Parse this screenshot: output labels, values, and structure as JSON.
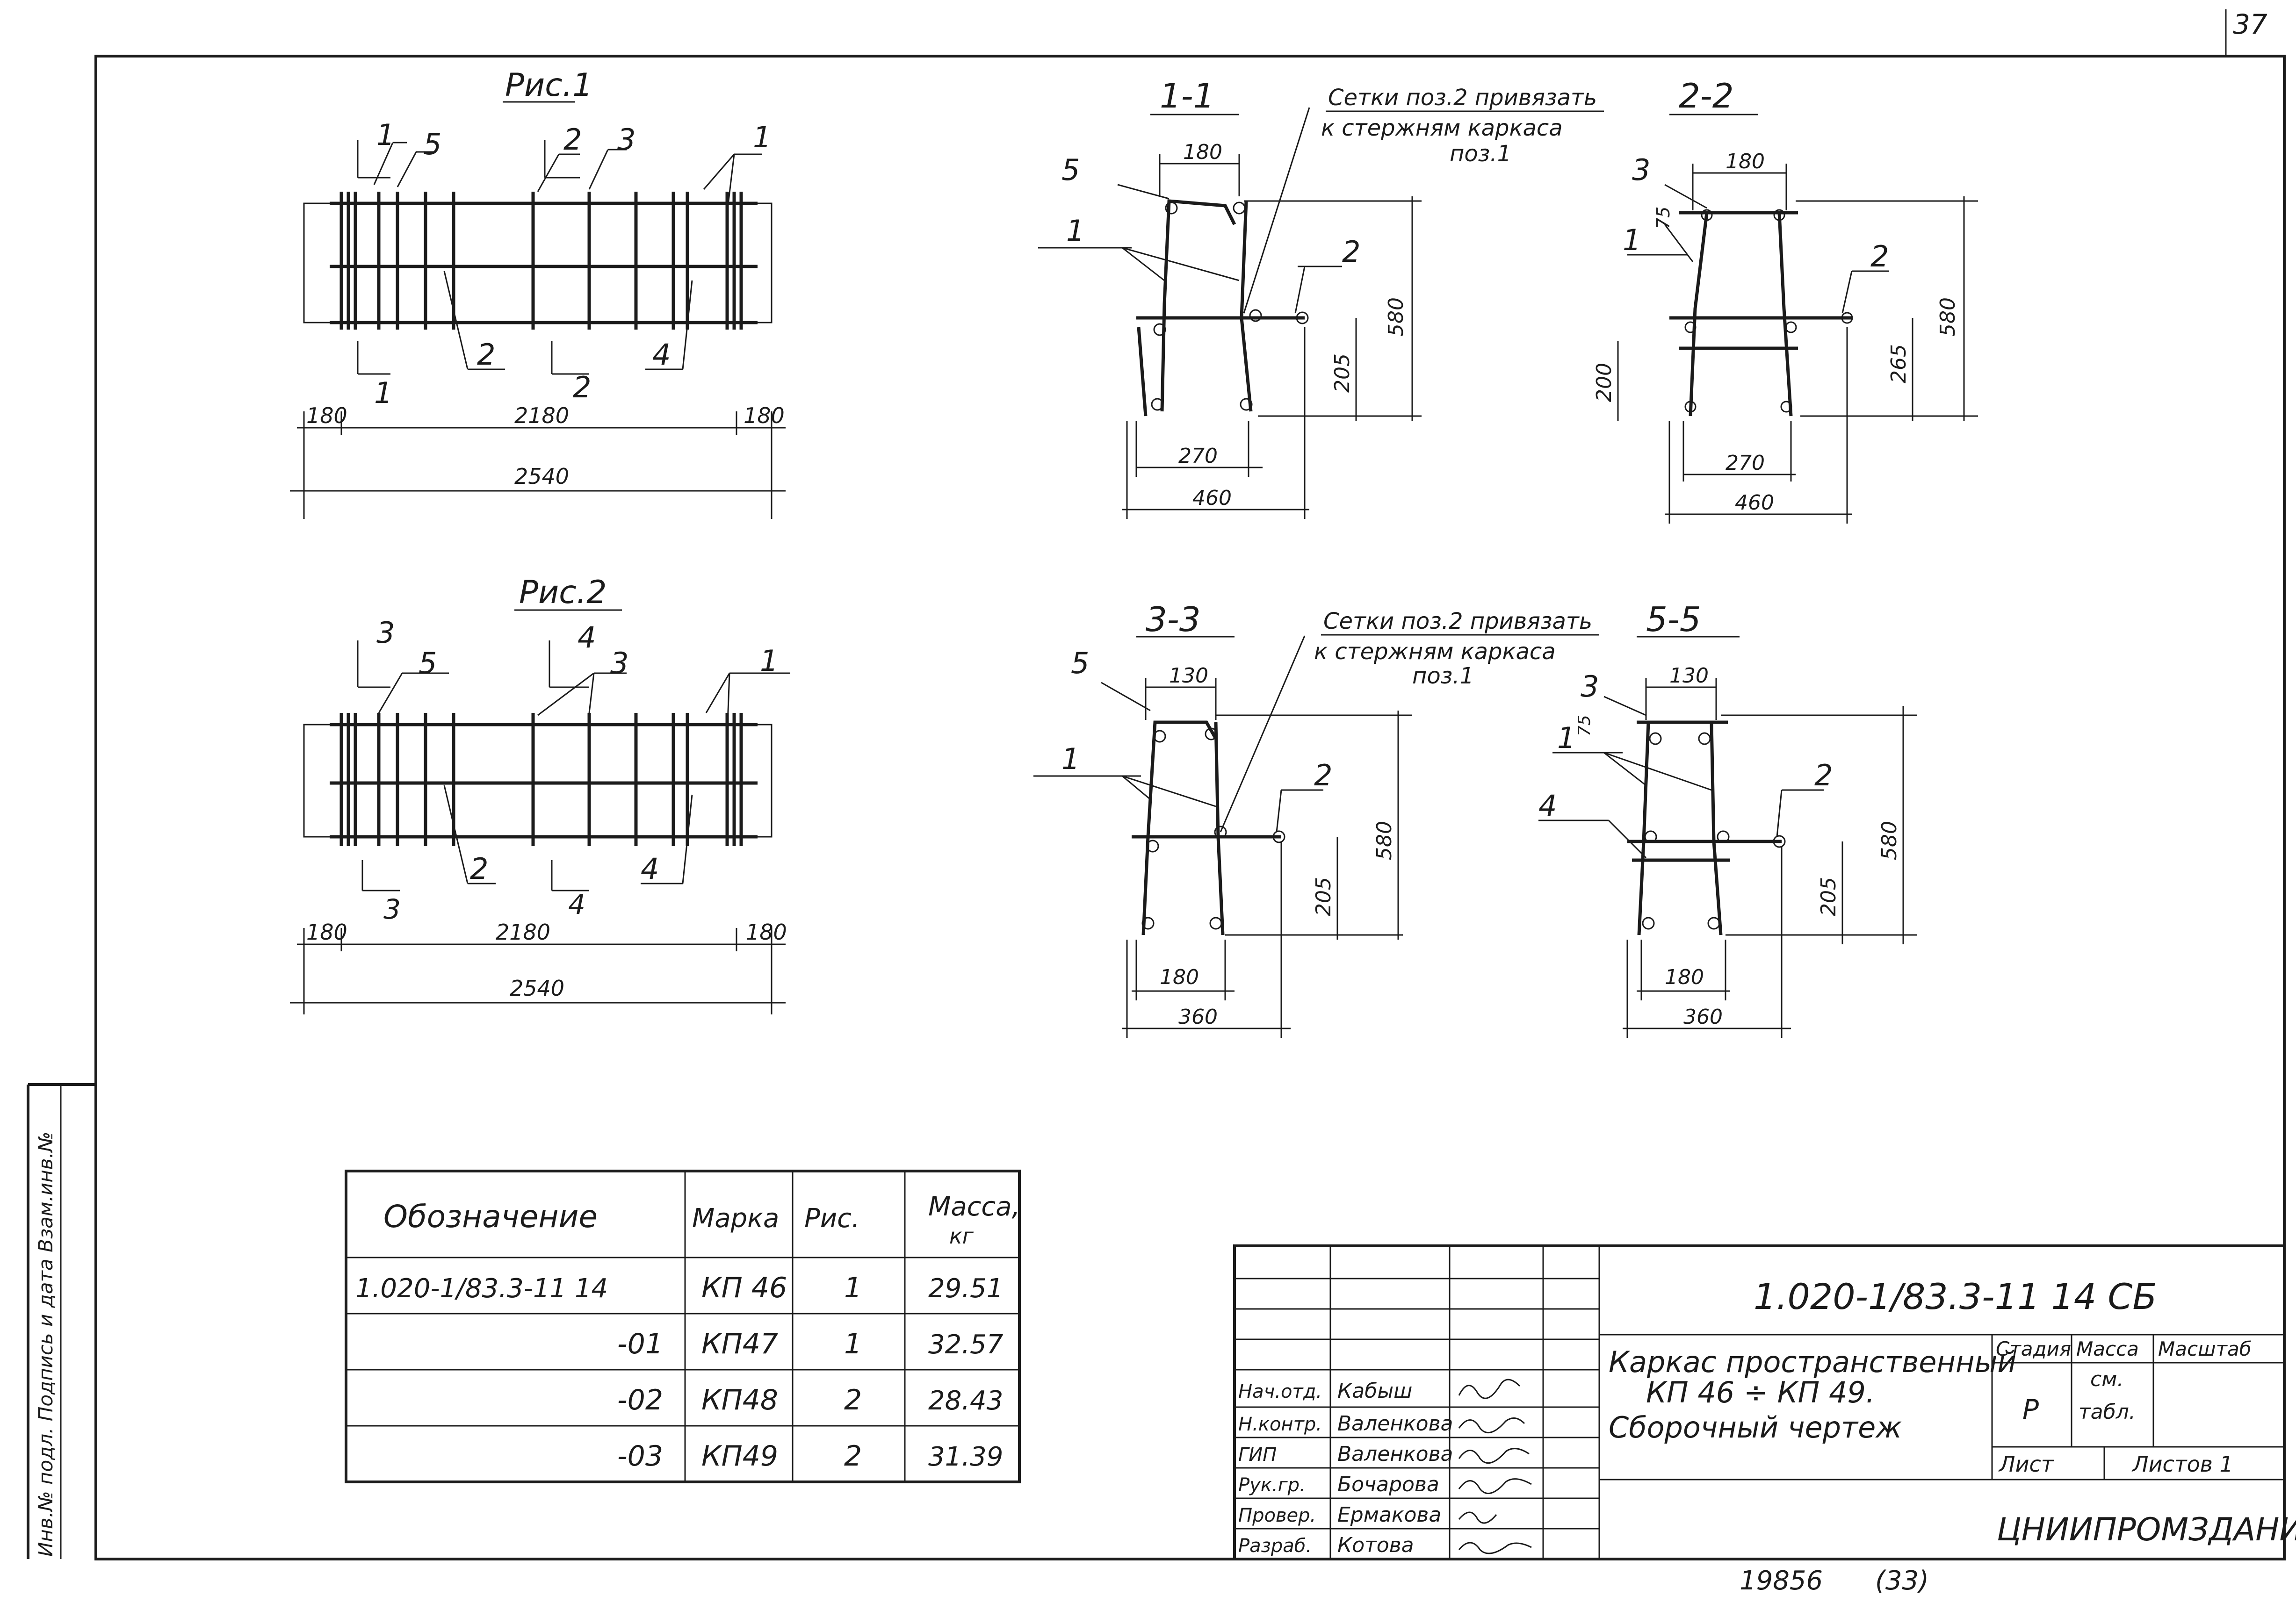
{
  "page_number": "37",
  "fig1": {
    "title": "Рис.1",
    "pos_top": [
      "1",
      "5",
      "2",
      "3",
      "1"
    ],
    "pos_bottom": [
      "2",
      "4"
    ],
    "section_marks": [
      "1",
      "1",
      "2",
      "2"
    ],
    "dims": {
      "left": "180",
      "middle": "2180",
      "right": "180",
      "total": "2540"
    }
  },
  "fig2": {
    "title": "Рис.2",
    "pos_top": [
      "5",
      "3",
      "1"
    ],
    "pos_bottom": [
      "2",
      "4"
    ],
    "section_marks": [
      "3",
      "3",
      "4",
      "4"
    ],
    "dims": {
      "left": "180",
      "middle": "2180",
      "right": "180",
      "total": "2540"
    }
  },
  "sec11": {
    "title": "1-1",
    "pos": [
      "5",
      "1",
      "2"
    ],
    "dims": {
      "top": "180",
      "height": "580",
      "lower": "205",
      "inner": "270",
      "total": "460"
    }
  },
  "sec22": {
    "title": "2-2",
    "pos": [
      "3",
      "1",
      "2"
    ],
    "dims": {
      "top": "180",
      "small": "75",
      "height": "580",
      "lower": "265",
      "left_h": "200",
      "inner": "270",
      "total": "460"
    }
  },
  "sec33": {
    "title": "3-3",
    "pos": [
      "5",
      "1",
      "2"
    ],
    "dims": {
      "top": "130",
      "height": "580",
      "lower": "205",
      "inner": "180",
      "total": "360"
    }
  },
  "sec55": {
    "title": "5-5",
    "pos": [
      "3",
      "1",
      "4",
      "2"
    ],
    "dims": {
      "top": "130",
      "small": "75",
      "height": "580",
      "lower": "205",
      "inner": "180",
      "total": "360"
    }
  },
  "note1": {
    "line1": "Сетки поз.2 привязать",
    "line2": "к стержням каркаса",
    "line3": "поз.1"
  },
  "note2": {
    "line1": "Сетки поз.2 привязать",
    "line2": "к стержням каркаса",
    "line3": "поз.1"
  },
  "table": {
    "headers": {
      "designation": "Обозначение",
      "mark": "Марка",
      "fig": "Рис.",
      "mass_line1": "Масса,",
      "mass_line2": "кг"
    },
    "rows": [
      {
        "designation": "1.020-1/83.3-11 14",
        "mark": "КП 46",
        "fig": "1",
        "mass": "29.51"
      },
      {
        "designation": "-01",
        "mark": "КП47",
        "fig": "1",
        "mass": "32.57"
      },
      {
        "designation": "-02",
        "mark": "КП48",
        "fig": "2",
        "mass": "28.43"
      },
      {
        "designation": "-03",
        "mark": "КП49",
        "fig": "2",
        "mass": "31.39"
      }
    ]
  },
  "title_block": {
    "doc_code": "1.020-1/83.3-11 14 СБ",
    "description_line1": "Каркас пространственный",
    "description_line2": "КП 46 ÷ КП 49.",
    "description_line3": "Сборочный чертеж",
    "stage_label": "Стадия",
    "mass_label": "Масса",
    "scale_label": "Масштаб",
    "stage_value": "Р",
    "mass_value_line1": "см.",
    "mass_value_line2": "табл.",
    "sheet_label": "Лист",
    "sheets_label": "Листов 1",
    "organization": "ЦНИИПРОМЗДАНИЙ",
    "staff": [
      {
        "role": "Нач.отд.",
        "name": "Кабыш"
      },
      {
        "role": "Н.контр.",
        "name": "Валенкова"
      },
      {
        "role": "ГИП",
        "name": "Валенкова"
      },
      {
        "role": "Рук.гр.",
        "name": "Бочарова"
      },
      {
        "role": "Провер.",
        "name": "Ермакова"
      },
      {
        "role": "Разраб.",
        "name": "Котова"
      }
    ]
  },
  "side_stamp": {
    "text": "Инв.№ подл. Подпись и дата Взам.инв.№"
  },
  "bottom_numbers": {
    "left": "19856",
    "right": "(33)"
  }
}
